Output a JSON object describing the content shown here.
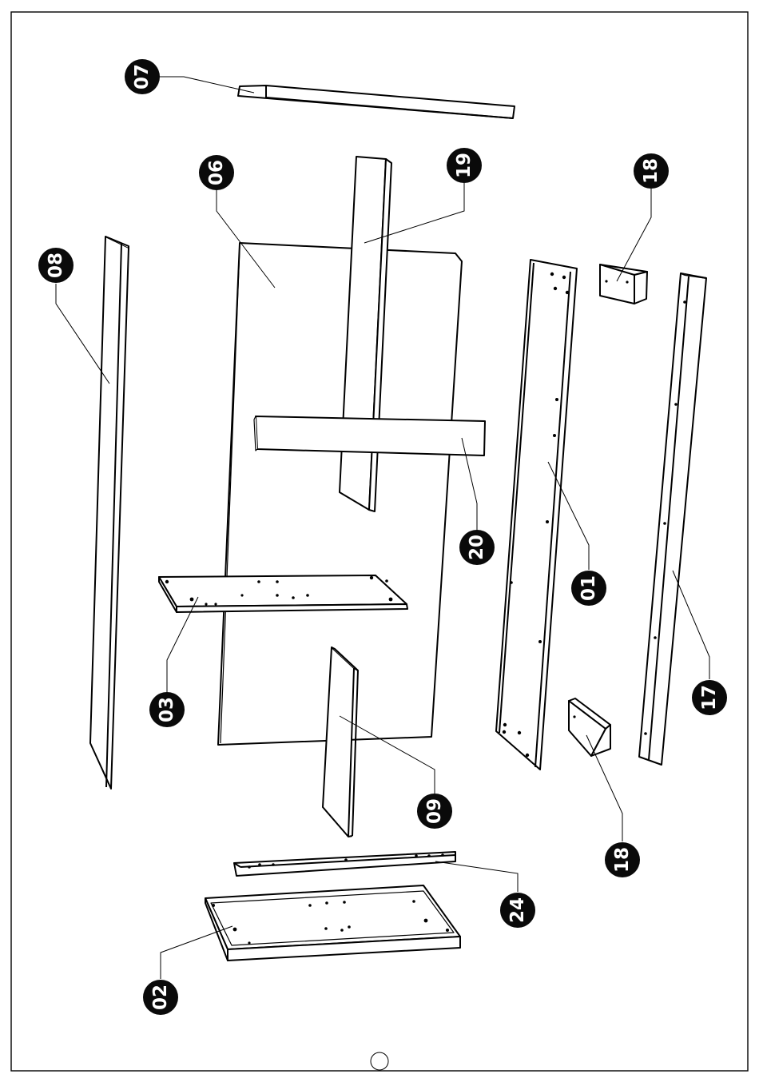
{
  "parts": [
    {
      "id": "p07",
      "label": "07"
    },
    {
      "id": "p06",
      "label": "06"
    },
    {
      "id": "p19",
      "label": "19"
    },
    {
      "id": "p18a",
      "label": "18"
    },
    {
      "id": "p08",
      "label": "08"
    },
    {
      "id": "p20",
      "label": "20"
    },
    {
      "id": "p01",
      "label": "01"
    },
    {
      "id": "p17",
      "label": "17"
    },
    {
      "id": "p03",
      "label": "03"
    },
    {
      "id": "p09",
      "label": "09"
    },
    {
      "id": "p18b",
      "label": "18"
    },
    {
      "id": "p24",
      "label": "24"
    },
    {
      "id": "p02",
      "label": "02"
    }
  ],
  "page_marker": {
    "label": ""
  }
}
